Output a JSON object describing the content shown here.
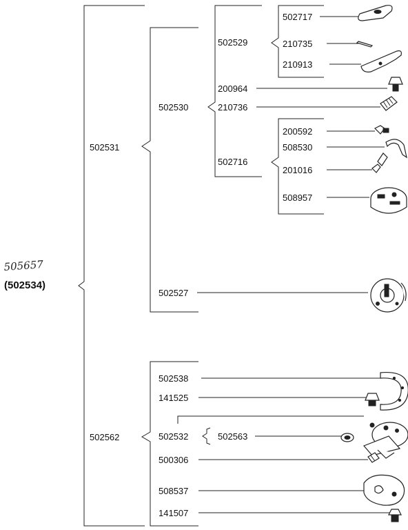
{
  "root": {
    "handwritten": "505657",
    "number": "(502534)"
  },
  "groups": {
    "g502531": "502531",
    "g502562": "502562",
    "g502530": "502530",
    "g502529": "502529",
    "g502716": "502716",
    "g502532": "502532"
  },
  "parts": {
    "p502717": "502717",
    "p210735": "210735",
    "p210913": "210913",
    "p200964": "200964",
    "p210736": "210736",
    "p200592": "200592",
    "p508530": "508530",
    "p201016": "201016",
    "p508957": "508957",
    "p502527": "502527",
    "p502538": "502538",
    "p141525": "141525",
    "p502563": "502563",
    "p500306": "500306",
    "p508537": "508537",
    "p141507": "141507"
  }
}
